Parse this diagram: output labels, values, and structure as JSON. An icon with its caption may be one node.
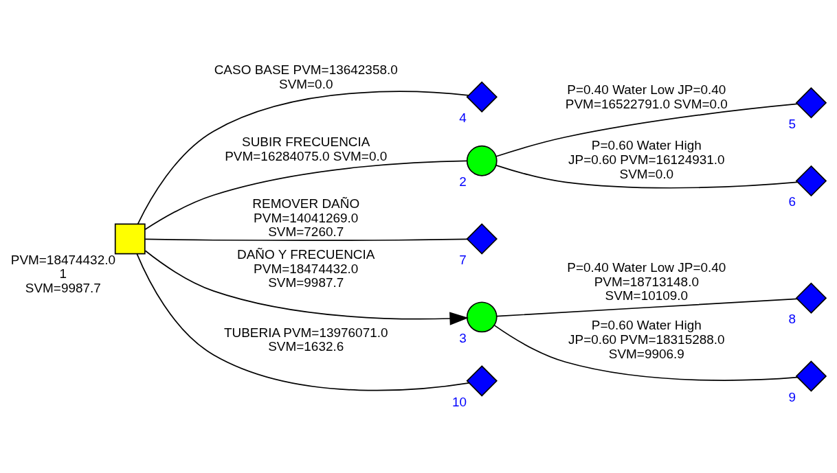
{
  "diagram": {
    "nodes": [
      {
        "text": [],
        "shape": "box",
        "beside": [
          "PVM=18474432.0",
          "1",
          "SVM=9987.7"
        ]
      },
      {
        "text": [],
        "shape": "diamond",
        "beside": [
          "4"
        ]
      },
      {
        "text": [],
        "shape": "circle",
        "beside": [
          "2"
        ]
      },
      {
        "text": [],
        "shape": "diamond",
        "beside": [
          "5"
        ]
      },
      {
        "text": [],
        "shape": "diamond",
        "beside": [
          "6"
        ]
      },
      {
        "text": [],
        "shape": "diamond",
        "beside": [
          "7"
        ]
      },
      {
        "text": [],
        "shape": "circle",
        "beside": [
          "3"
        ]
      },
      {
        "text": [],
        "shape": "diamond",
        "beside": [
          "8"
        ]
      },
      {
        "text": [],
        "shape": "diamond",
        "beside": [
          "9"
        ]
      },
      {
        "text": [],
        "shape": "diamond",
        "beside": [
          "10"
        ]
      }
    ],
    "edges": [
      {
        "from": 0,
        "to": 1,
        "arrow": "none",
        "label": "CASO BASE PVM=13642358.0 SVM=0.0"
      },
      {
        "from": 0,
        "to": 2,
        "arrow": "none",
        "label": "SUBIR FRECUENCIA PVM=16284075.0 SVM=0.0"
      },
      {
        "from": 2,
        "to": 3,
        "arrow": "none",
        "label": "P=0.40 Water Low JP=0.40 PVM=16522791.0 SVM=0.0"
      },
      {
        "from": 2,
        "to": 4,
        "arrow": "none",
        "label": "P=0.60 Water High JP=0.60 PVM=16124931.0 SVM=0.0"
      },
      {
        "from": 0,
        "to": 5,
        "arrow": "none",
        "label": "REMOVER DAÑO PVM=14041269.0 SVM=7260.7"
      },
      {
        "from": 0,
        "to": 6,
        "arrow": "to",
        "label": "DAÑO Y FRECUENCIA PVM=18474432.0 SVM=9987.7"
      },
      {
        "from": 6,
        "to": 7,
        "arrow": "none",
        "label": "P=0.40 Water Low JP=0.40 PVM=18713148.0 SVM=10109.0"
      },
      {
        "from": 6,
        "to": 8,
        "arrow": "none",
        "label": "P=0.60 Water High JP=0.60 PVM=18315288.0 SVM=9906.9"
      },
      {
        "from": 0,
        "to": 9,
        "arrow": "none",
        "label": "TUBERIA PVM=13976071.0 SVM=1632.6"
      }
    ]
  }
}
